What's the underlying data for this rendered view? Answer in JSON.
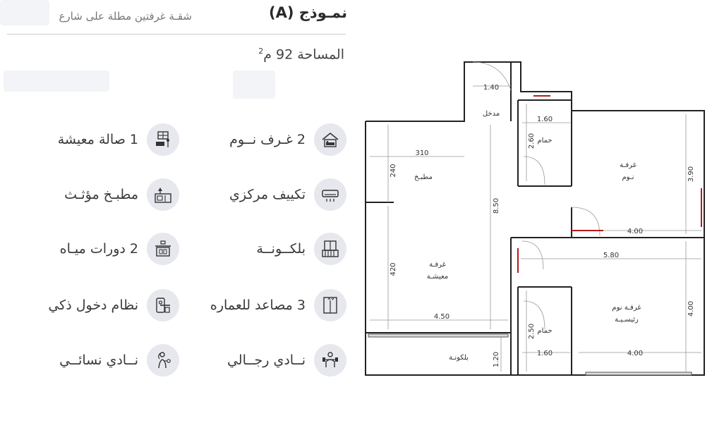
{
  "header": {
    "model": "نمـوذج (A)",
    "subtitle": "شقـة غرفتين مطلة على شارع",
    "area": "المساحة 92 م",
    "area_sup": "2"
  },
  "features_right": [
    {
      "label": "2 غـرف نــوم",
      "icon": "bedroom-icon"
    },
    {
      "label": "تكييف مركزي",
      "icon": "air-conditioner-icon"
    },
    {
      "label": "بلكــونــة",
      "icon": "balcony-icon"
    },
    {
      "label": "3 مصاعد للعماره",
      "icon": "elevator-icon"
    },
    {
      "label": "نــادي رجــالي",
      "icon": "gym-male-icon"
    }
  ],
  "features_left": [
    {
      "label": "1 صالة معيشة",
      "icon": "living-room-icon"
    },
    {
      "label": "مطبـخ مؤثـث",
      "icon": "kitchen-icon"
    },
    {
      "label": "2 دورات ميـاه",
      "icon": "bathroom-icon"
    },
    {
      "label": "نظام دخول ذكي",
      "icon": "smart-lock-icon"
    },
    {
      "label": "نــادي نسائــي",
      "icon": "gym-female-icon"
    }
  ],
  "plan": {
    "rooms": {
      "entrance": "مدخل",
      "kitchen": "مطبـخ",
      "living_1": "غرفـة",
      "living_2": "معيشـة",
      "bath_top": "حمام",
      "bath_bottom": "حمام",
      "bedroom_1": "غرفـة",
      "bedroom_2": "نـوم",
      "master_1": "غرفـة نوم",
      "master_2": "رئيسـيـة",
      "balcony": "بلكونـة"
    },
    "dims": {
      "entry_w": "1.40",
      "kitchen_w": "310",
      "kitchen_h": "240",
      "living_h": "420",
      "total_h": "8.50",
      "living_w": "4.50",
      "balcony_h": "1.20",
      "bath_top_w": "1.60",
      "bath_top_h": "2.60",
      "bed_h": "3.90",
      "bed_w": "4.00",
      "master_wide": "5.80",
      "master_h": "4.00",
      "master_w": "4.00",
      "bath_bottom_h": "2.50",
      "bath_bottom_w": "1.60"
    }
  }
}
